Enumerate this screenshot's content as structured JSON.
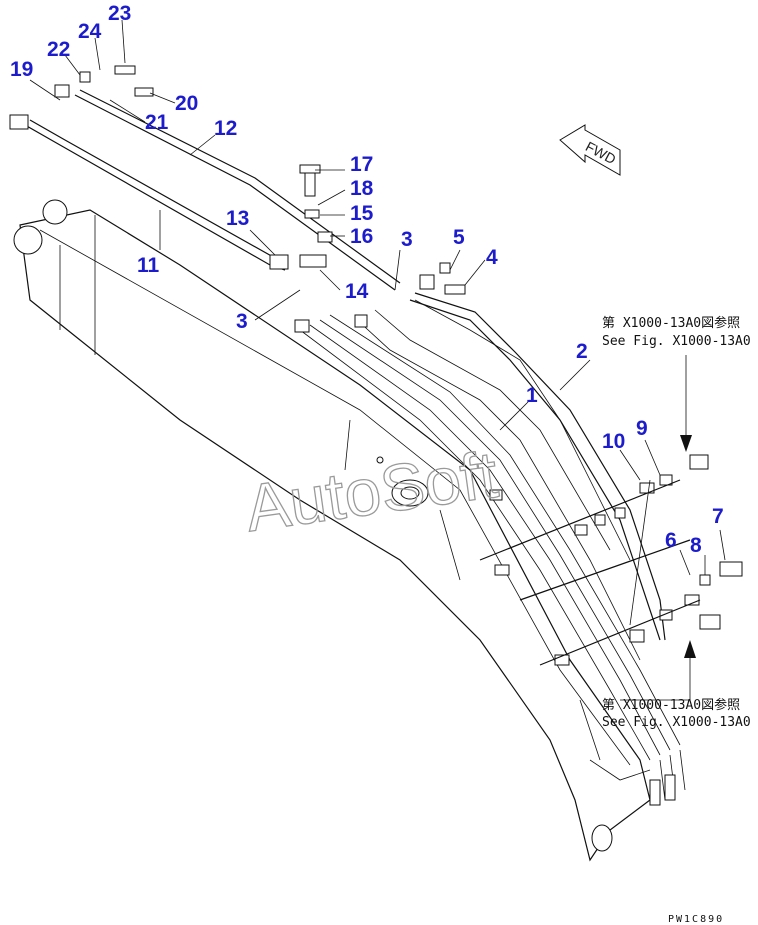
{
  "callouts": [
    "1",
    "2",
    "3",
    "3",
    "4",
    "5",
    "6",
    "7",
    "8",
    "9",
    "10",
    "11",
    "12",
    "13",
    "14",
    "15",
    "16",
    "17",
    "18",
    "19",
    "20",
    "21",
    "22",
    "23",
    "24"
  ],
  "references": {
    "ref_top_jp": "第 X1000-13A0図参照",
    "ref_top_en": "See Fig. X1000-13A0",
    "ref_bottom_jp": "第 X1000-13A0図参照",
    "ref_bottom_en": "See Fig. X1000-13A0"
  },
  "fwd_label": "FWD",
  "watermark": "AutoSoft",
  "drawing_code": "PW1C890"
}
